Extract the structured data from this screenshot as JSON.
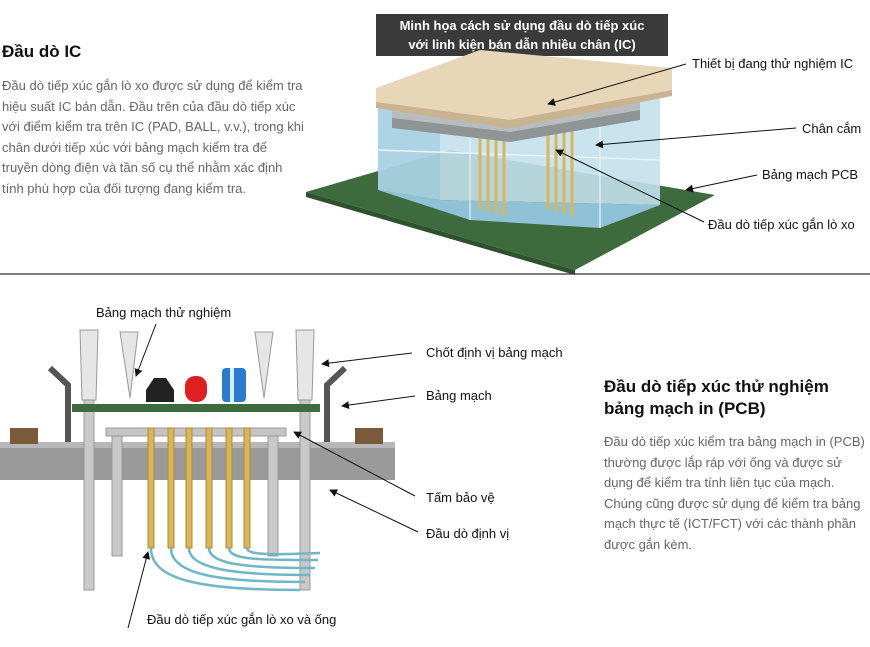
{
  "ic_section": {
    "title": "Đầu dò IC",
    "description": "Đầu dò tiếp xúc gắn lò xo được sử dụng để kiểm tra hiệu suất IC bán dẫn. Đầu trên của đầu dò tiếp xúc với điểm kiểm tra trên IC (PAD, BALL, v.v.), trong khi chân dưới tiếp xúc với bảng mạch kiểm tra để truyền dòng điện và tần số cụ thể nhằm xác định tính phù hợp của đối tượng đang kiểm tra.",
    "caption_line1": "Minh họa cách sử dụng đầu dò tiếp xúc",
    "caption_line2": "với linh kiện bán dẫn nhiều chân (IC)",
    "labels": {
      "device": "Thiết bị đang thử nghiệm IC",
      "socket": "Chân cắm",
      "pcb": "Bảng mạch PCB",
      "probe": "Đầu dò tiếp xúc gắn lò xo"
    }
  },
  "pcb_section": {
    "title_line1": "Đầu dò tiếp xúc thử nghiệm",
    "title_line2": "bảng mạch in (PCB)",
    "description": "Đầu dò tiếp xúc kiểm tra bảng mạch in (PCB) thường được lắp ráp với ống và được sử dụng để kiểm tra tính liên tục của mạch. Chúng cũng được sử dụng để kiểm tra bảng mạch thực tế (ICT/FCT) với các thành phần được gắn kèm.",
    "labels": {
      "test_board": "Bảng mạch thử nghiệm",
      "locating_pin": "Chốt định vị bảng mạch",
      "board": "Bảng mạch",
      "protective_plate": "Tấm bảo vệ",
      "positioning_probe": "Đầu dò định vị",
      "probe_and_tube": "Đầu dò tiếp xúc gắn lò xo và ống"
    }
  },
  "colors": {
    "caption_bg": "#3a3a3a",
    "pcb_green": "#3d6b3d",
    "socket_blue": "#a9d2e3",
    "probe_gold": "#d9b65a",
    "wire_teal": "#6fb6c8"
  }
}
